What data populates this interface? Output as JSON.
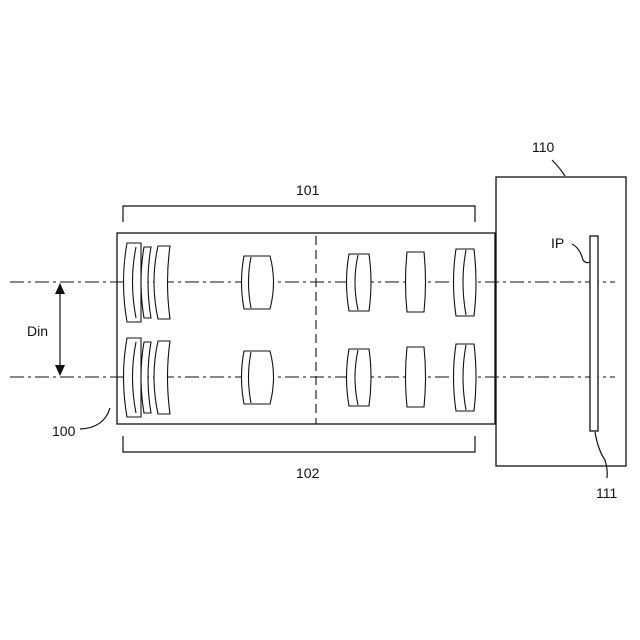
{
  "labels": {
    "unit_100": "100",
    "upper_group": "101",
    "lower_group": "102",
    "camera": "110",
    "sensor": "111",
    "image_plane": "IP",
    "distance": "Din"
  }
}
